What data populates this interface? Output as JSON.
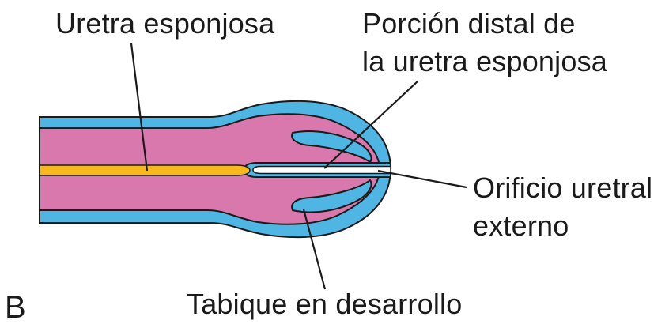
{
  "panel_letter": "B",
  "labels": {
    "spongy_urethra": "Uretra esponjosa",
    "distal_portion_line1": "Porción distal de",
    "distal_portion_line2": "la uretra esponjosa",
    "external_orifice_line1": "Orificio uretral",
    "external_orifice_line2": "externo",
    "developing_septum": "Tabique en desarrollo"
  },
  "colors": {
    "outer_layer": "#4fb6e4",
    "inner_tissue": "#d978ad",
    "urethra_canal": "#f7b81d",
    "outline": "#1a1a1a"
  }
}
